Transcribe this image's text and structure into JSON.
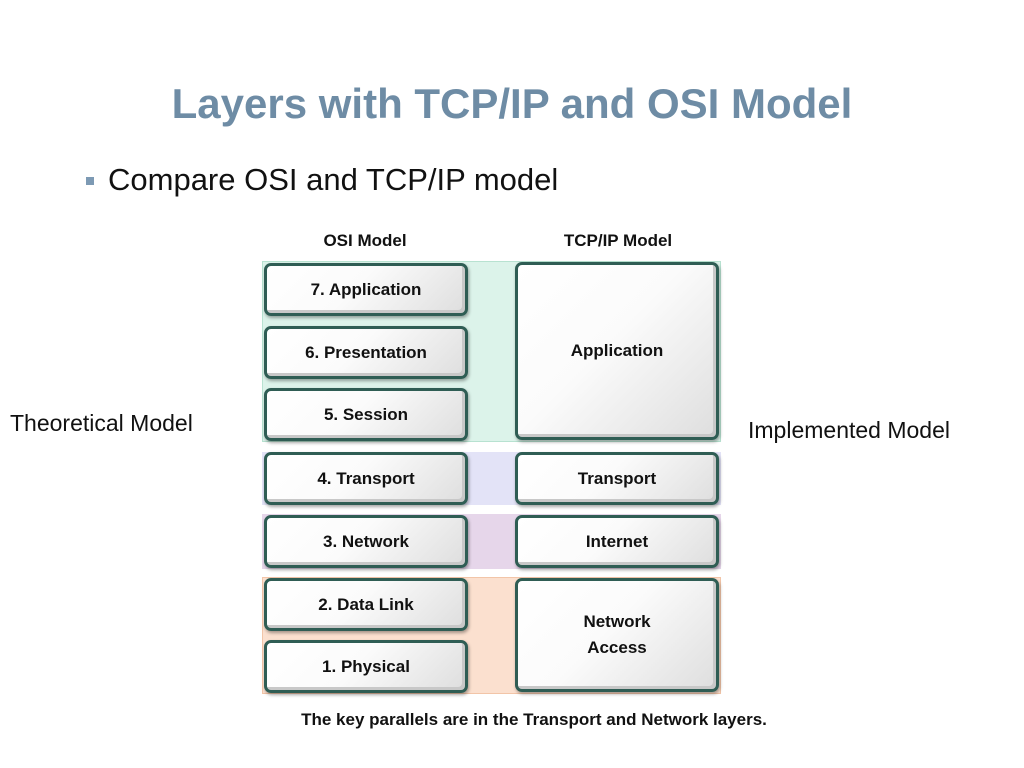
{
  "slide": {
    "title": "Layers with TCP/IP and OSI Model",
    "bullet": "Compare OSI and TCP/IP model",
    "left_label": "Theoretical Model",
    "right_label": "Implemented Model",
    "caption": "The key parallels are in the Transport and Network layers."
  },
  "diagram": {
    "osi_header": "OSI Model",
    "tcp_header": "TCP/IP Model",
    "osi_layers": [
      "7. Application",
      "6. Presentation",
      "5. Session",
      "4. Transport",
      "3. Network",
      "2. Data Link",
      "1. Physical"
    ],
    "tcp_layers": [
      "Application",
      "Transport",
      "Internet",
      "Network\nAccess"
    ]
  },
  "colors": {
    "title": "#6e8ca5",
    "box_border": "#2f5d54",
    "band_application": "#dcf3ea",
    "band_transport": "#e3e3f7",
    "band_internet": "#e6d6ea",
    "band_network_access": "#fbe0cf"
  }
}
